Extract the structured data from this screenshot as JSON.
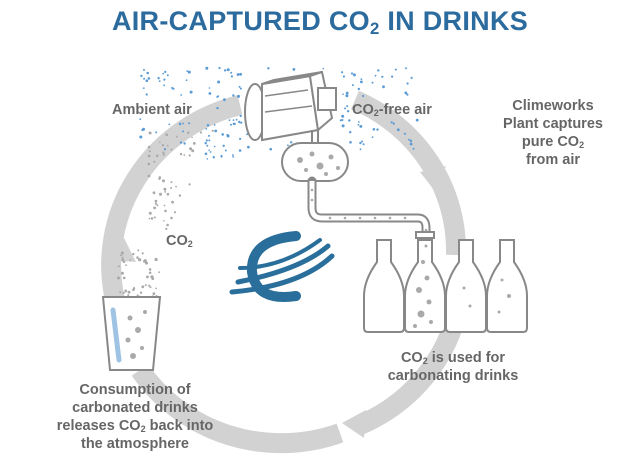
{
  "title": {
    "pre": "AIR-CAPTURED CO",
    "sub": "2",
    "post": " IN DRINKS"
  },
  "labels": {
    "ambient_air": "Ambient air",
    "co2_free_air": {
      "pre": "CO",
      "sub": "2",
      "post": "-free air"
    },
    "capture": {
      "line1": "Climeworks",
      "line2": "Plant captures",
      "line3_pre": "pure CO",
      "line3_sub": "2",
      "line4": "from air"
    },
    "co2_release": {
      "pre": "CO",
      "sub": "2"
    },
    "carbonating": {
      "line1_pre": "CO",
      "line1_sub": "2",
      "line1_post": " is used for",
      "line2": "carbonating drinks"
    },
    "consumption": {
      "line1": "Consumption of",
      "line2": "carbonated drinks",
      "line3_pre": "releases CO",
      "line3_sub": "2",
      "line3_post": " back into",
      "line4": "the atmosphere"
    }
  },
  "colors": {
    "title": "#2c6b9e",
    "label": "#666666",
    "cycle_arrow": "#d2d2d2",
    "outline": "#888888",
    "bubble_gray": "#a9a9a9",
    "dot_blue": "#5b9bd5",
    "logo": "#2a6f9b"
  },
  "icons": [
    "cycle-arrow-icon",
    "air-capture-unit-icon",
    "storage-tank-icon",
    "pipe-icon",
    "bottle-icon",
    "glass-icon",
    "climeworks-logo-icon"
  ]
}
